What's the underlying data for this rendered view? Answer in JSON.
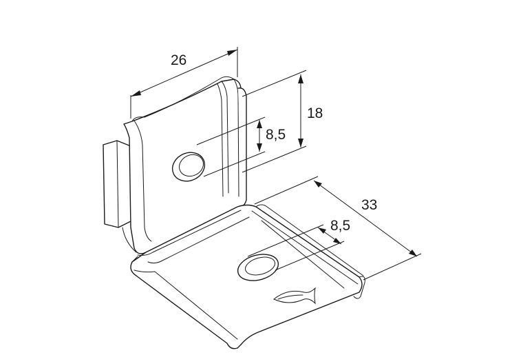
{
  "dimensions": {
    "width_top": "26",
    "height_right": "18",
    "hole_upper": "8,5",
    "depth_right": "33",
    "hole_lower": "8,5"
  },
  "icons": {
    "fish": "fish-logo-icon"
  }
}
